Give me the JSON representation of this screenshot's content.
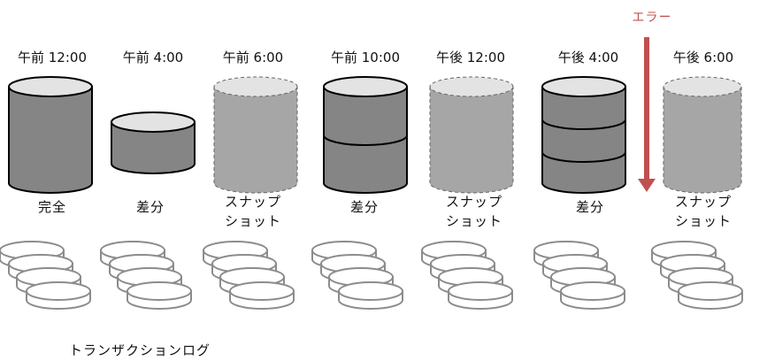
{
  "error": {
    "label": "エラー",
    "color": "#c0504d"
  },
  "colors": {
    "top": "#e3e3e3",
    "dark": "#858585",
    "snapshot": "#a6a6a6",
    "log": "#8c8c8c"
  },
  "backups": [
    {
      "time": "午前 12:00",
      "type": "完全",
      "kind": "full"
    },
    {
      "time": "午前 4:00",
      "type": "差分",
      "kind": "diff-small"
    },
    {
      "time": "午前 6:00",
      "type": "スナップ\nショット",
      "kind": "snapshot"
    },
    {
      "time": "午前 10:00",
      "type": "差分",
      "kind": "diff-2"
    },
    {
      "time": "午後 12:00",
      "type": "スナップ\nショット",
      "kind": "snapshot"
    },
    {
      "time": "午後 4:00",
      "type": "差分",
      "kind": "diff-3"
    },
    {
      "time": "午後 6:00",
      "type": "スナップ\nショット",
      "kind": "snapshot"
    }
  ],
  "log_caption": "トランザクションログ"
}
